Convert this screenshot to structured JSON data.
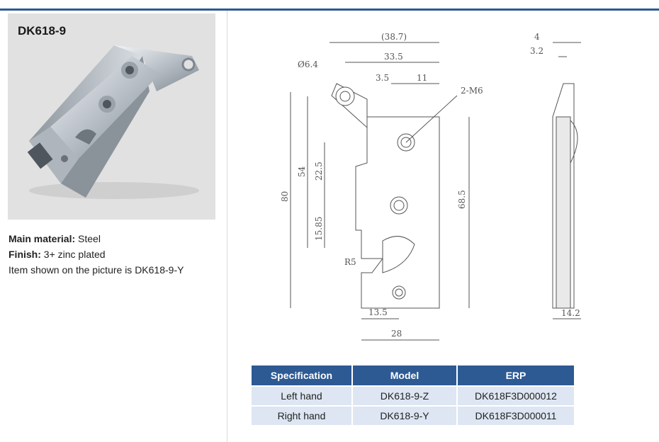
{
  "product": {
    "title": "DK618-9",
    "main_material_label": "Main material:",
    "main_material_value": "Steel",
    "finish_label": "Finish:",
    "finish_value": "3+ zinc plated",
    "note": "Item shown on the picture is DK618-9-Y"
  },
  "drawing": {
    "front": {
      "d_38_7": "(38.7)",
      "d_33_5": "33.5",
      "d_3_5": "3.5",
      "d_11": "11",
      "d_phi": "Ø6.4",
      "d_m6": "2-M6",
      "d_80": "80",
      "d_54": "54",
      "d_22_5": "22.5",
      "d_15_85": "15.85",
      "d_r5": "R5",
      "d_68_5": "68.5",
      "d_13_5": "13.5",
      "d_28": "28"
    },
    "side": {
      "d_4": "4",
      "d_3_2": "3.2",
      "d_14_2": "14.2"
    }
  },
  "table": {
    "headers": [
      "Specification",
      "Model",
      "ERP"
    ],
    "rows": [
      [
        "Left hand",
        "DK618-9-Z",
        "DK618F3D000012"
      ],
      [
        "Right hand",
        "DK618-9-Y",
        "DK618F3D000011"
      ]
    ]
  }
}
